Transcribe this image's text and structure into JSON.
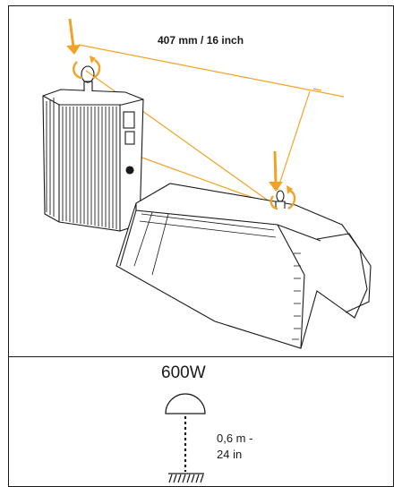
{
  "dimension": {
    "label": "407 mm / 16 inch"
  },
  "lamp": {
    "wattage": "600W"
  },
  "distance": {
    "metric": "0,6 m -",
    "imperial": "24 in"
  },
  "colors": {
    "accent": "#f2a323",
    "line": "#1a1a1a"
  },
  "icons": [
    "ballast-unit-illustration",
    "reflector-illustration",
    "down-arrow-icon",
    "rotate-arrow-icon",
    "lamp-dome-icon",
    "ground-hatch-icon"
  ]
}
